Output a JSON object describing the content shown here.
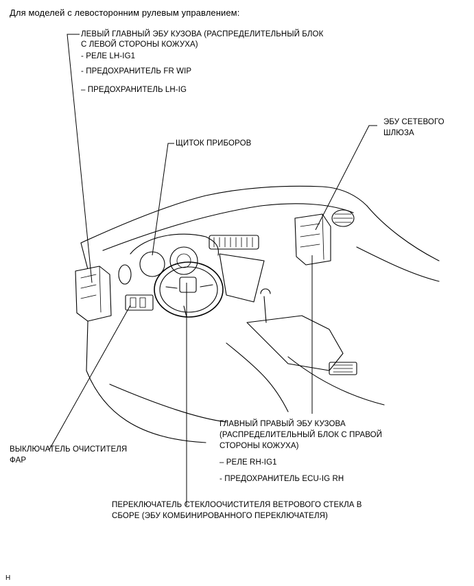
{
  "header": {
    "text": "Для моделей с левосторонним рулевым управлением:"
  },
  "labels": {
    "left_ecu": {
      "title_line1": "ЛЕВЫЙ ГЛАВНЫЙ ЭБУ КУЗОВА (РАСПРЕДЕЛИТЕЛЬНЫЙ БЛОК",
      "title_line2": "С ЛЕВОЙ СТОРОНЫ КОЖУХА)",
      "item1": "- РЕЛЕ LH-IG1",
      "item2": "- ПРЕДОХРАНИТЕЛЬ FR WIP",
      "item3": "– ПРЕДОХРАНИТЕЛЬ LH-IG"
    },
    "gateway": {
      "line1": "ЭБУ СЕТЕВОГО",
      "line2": "ШЛЮЗА"
    },
    "cluster": {
      "text": "ЩИТОК ПРИБОРОВ"
    },
    "right_ecu": {
      "line1": "ГЛАВНЫЙ ПРАВЫЙ ЭБУ КУЗОВА",
      "line2": "(РАСПРЕДЕЛИТЕЛЬНЫЙ БЛОК С ПРАВОЙ",
      "line3": "СТОРОНЫ КОЖУХА)",
      "item1": "– РЕЛЕ RH-IG1",
      "item2": "- ПРЕДОХРАНИТЕЛЬ ECU-IG RH"
    },
    "headlamp": {
      "line1": "ВЫКЛЮЧАТЕЛЬ ОЧИСТИТЕЛЯ",
      "line2": "ФАР"
    },
    "wiper": {
      "line1": "ПЕРЕКЛЮЧАТЕЛЬ СТЕКЛООЧИСТИТЕЛЯ ВЕТРОВОГО СТЕКЛА В",
      "line2": "СБОРЕ (ЭБУ КОМБИНИРОВАННОГО ПЕРЕКЛЮЧАТЕЛЯ)"
    }
  },
  "footer": {
    "code": "H"
  }
}
